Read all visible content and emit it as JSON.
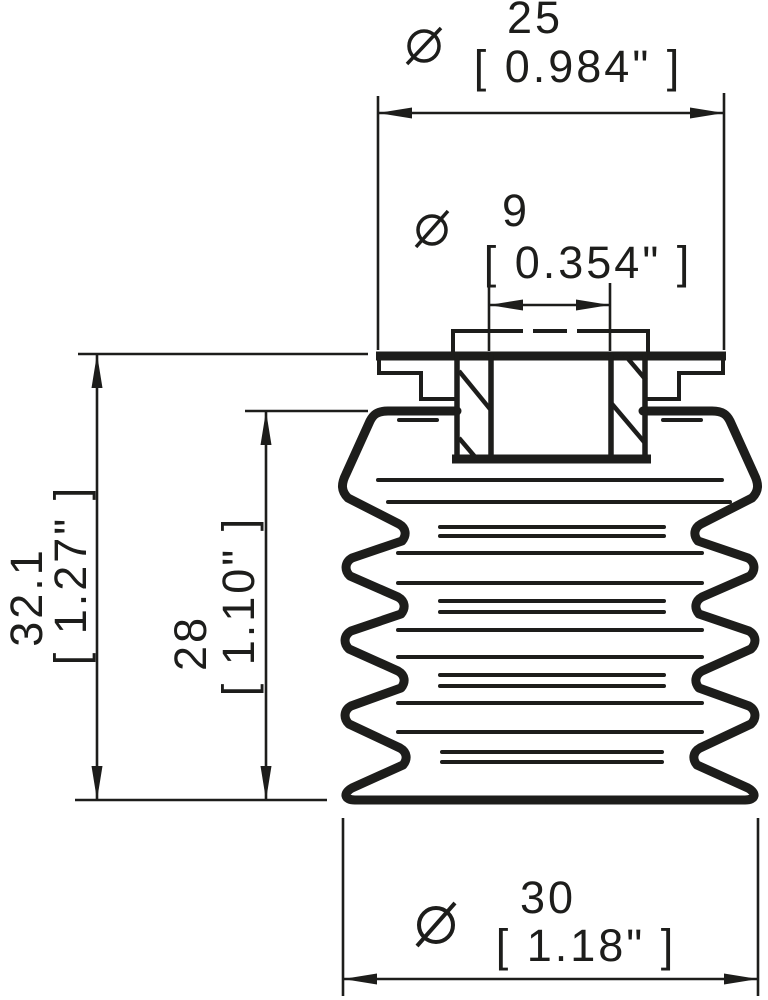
{
  "colors": {
    "line": "#1d1d1b",
    "background": "#ffffff"
  },
  "dimensions": {
    "top_diameter": {
      "symbol": "Ø",
      "value_mm": "25",
      "value_inch": "[ 0.984\" ]"
    },
    "port_diameter": {
      "symbol": "Ø",
      "value_mm": "9",
      "value_inch": "[ 0.354\" ]"
    },
    "overall_height": {
      "value_mm": "32.1",
      "value_inch": "[ 1.27\" ]"
    },
    "bellows_height": {
      "value_mm": "28",
      "value_inch": "[ 1.10\" ]"
    },
    "bottom_diameter": {
      "symbol": "Ø",
      "value_mm": "30",
      "value_inch": "[ 1.18\" ]"
    }
  }
}
